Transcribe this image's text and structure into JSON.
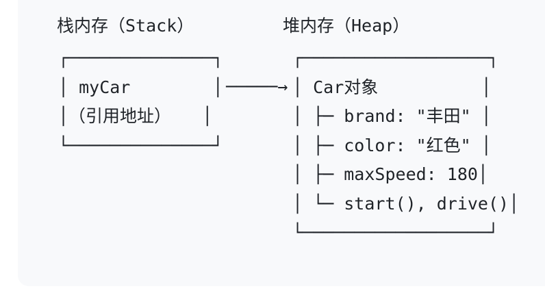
{
  "colors": {
    "page_bg": "#ffffff",
    "card_bg": "#f8f9fb",
    "text": "#1f2328"
  },
  "diagram": {
    "stack": {
      "title": "栈内存（Stack）",
      "variable": "myCar",
      "note": "（引用地址）",
      "box_lines": [
        "┌──────────────┐",
        "│ myCar        │",
        "│（引用地址）   │",
        "└──────────────┘"
      ]
    },
    "arrow": "─────→",
    "heap": {
      "title": "堆内存（Heap）",
      "object_name": "Car对象",
      "box_lines": [
        "┌──────────────────┐",
        "│ Car对象          │",
        "│ ├─ brand: \"丰田\" │",
        "│ ├─ color: \"红色\" │",
        "│ ├─ maxSpeed: 180│",
        "│ └─ start(), drive()│",
        "└──────────────────┘"
      ]
    }
  }
}
